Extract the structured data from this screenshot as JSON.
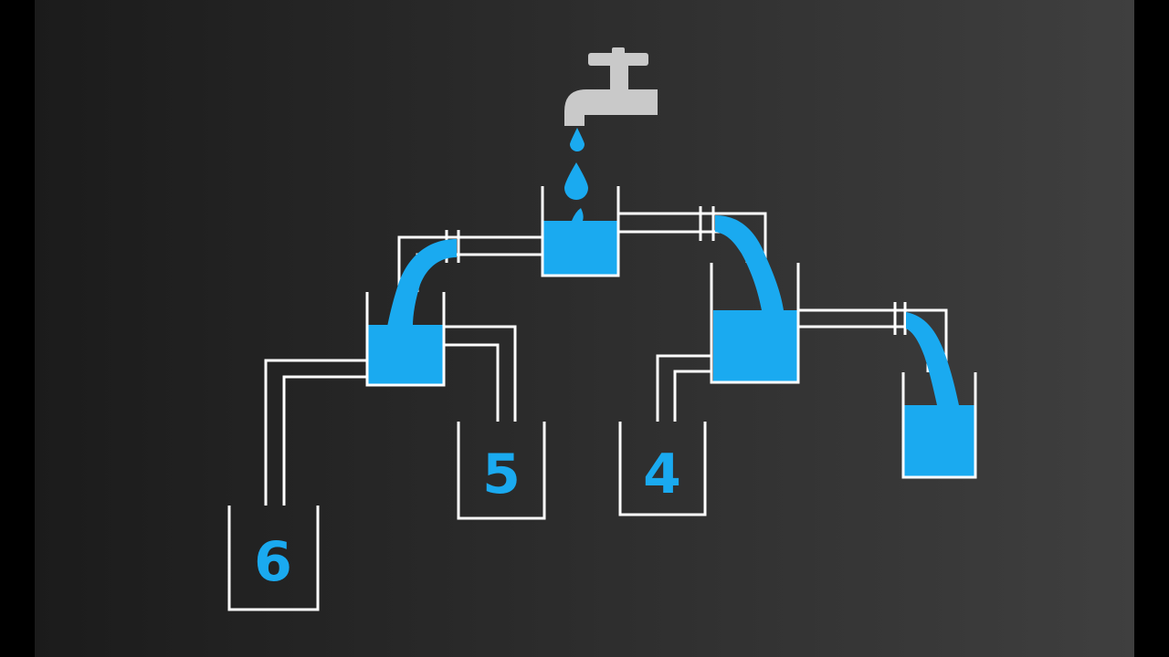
{
  "colors": {
    "background_left": "#1b1b1b",
    "background_right": "#3f3f3f",
    "water": "#1aaaf0",
    "outline": "#ffffff",
    "tap": "#c9c9c9"
  },
  "labels": {
    "cup_6": "6",
    "cup_5": "5",
    "cup_4": "4"
  }
}
